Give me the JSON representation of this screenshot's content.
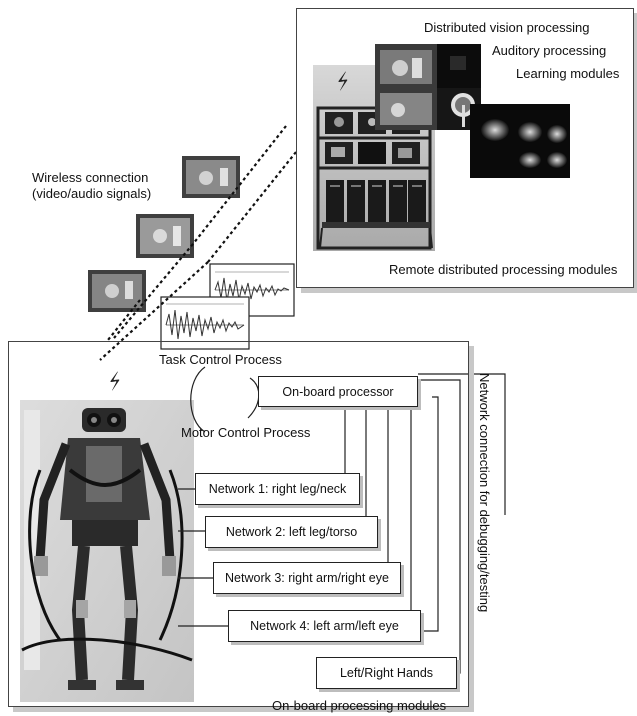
{
  "remote": {
    "labels": {
      "vision": "Distributed vision processing",
      "auditory": "Auditory processing",
      "learning": "Learning modules",
      "footer": "Remote distributed processing modules"
    }
  },
  "wireless": {
    "line1": "Wireless connection",
    "line2": "(video/audio signals)"
  },
  "onboard": {
    "task_control": "Task Control Process",
    "motor_control": "Motor Control Process",
    "processor": "On-board processor",
    "networks": [
      "Network 1: right leg/neck",
      "Network 2: left leg/torso",
      "Network 3: right arm/right eye",
      "Network 4: left arm/left eye"
    ],
    "hands": "Left/Right Hands",
    "footer": "On-board processing modules",
    "network_connection": "Network connection for debugging/testing"
  },
  "colors": {
    "frame": "#444444",
    "shadow": "#c8c8c8",
    "photo_dark": "#2b2b2b",
    "photo_mid": "#6a6a6a",
    "photo_light": "#b5b5b5"
  },
  "icons": [
    "lightning-icon"
  ]
}
